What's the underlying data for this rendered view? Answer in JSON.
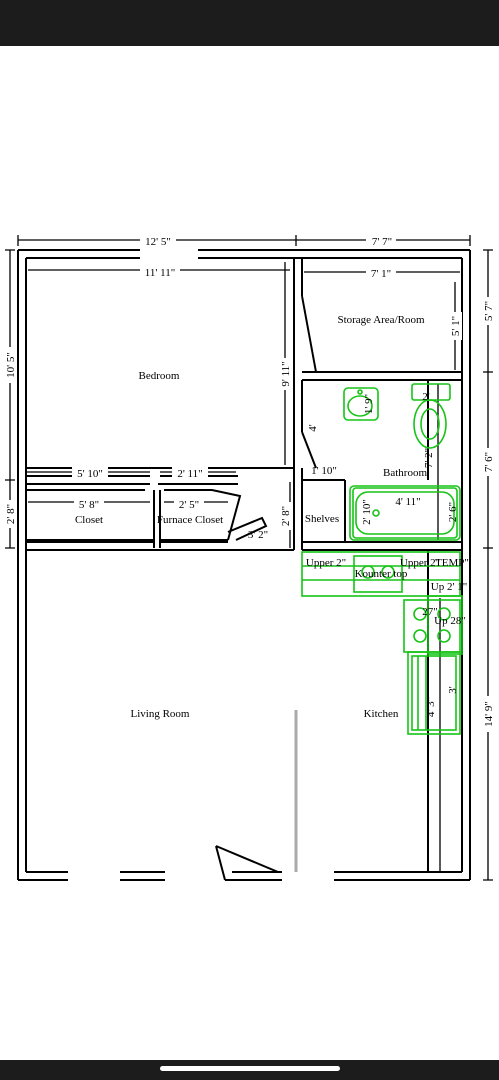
{
  "rooms": {
    "bedroom": "Bedroom",
    "storage": "Storage Area/Room",
    "bathroom": "Bathroom",
    "shelves": "Shelves",
    "closet": "Closet",
    "furnace": "Furnace Closet",
    "living": "Living Room",
    "kitchen": "Kitchen"
  },
  "dims": {
    "top_left": "12' 5\"",
    "top_right": "7' 7\"",
    "bedroom_width": "11' 11\"",
    "storage_width": "7' 1\"",
    "left_height_upper": "10' 5\"",
    "left_height_lower": "2' 8\"",
    "right_storage": "5' 7\"",
    "right_bath": "7' 6\"",
    "right_kitchen": "14' 9\"",
    "bedroom_height": "9' 11\"",
    "storage_height": "5' 1\"",
    "closet_wall": "5' 10\"",
    "furnace_wall": "2' 11\"",
    "closet_inner": "5' 8\"",
    "furnace_inner": "2' 5\"",
    "door_gap": "3' 2\"",
    "shelves_height": "2' 8\"",
    "hall_short": "1' 10\"",
    "hall_4": "4'",
    "sink_dim": "1' 9\"",
    "toilet_2": "2'",
    "bath_7_2": "7' 2\"",
    "tub_width": "4' 11\"",
    "tub_2_10": "2' 10\"",
    "tub_2_6": "2' 6\"",
    "upper_2": "Upper 2\"",
    "counter": "Kounter top",
    "upper_2b": "Upper 2\"",
    "temp": "TEMP\"",
    "up_21": "Up 2' 1\"",
    "up_28": "Up 28\"",
    "stove_27": "27\"",
    "fridge_43": "4' 3\"",
    "fridge_3": "3'"
  }
}
